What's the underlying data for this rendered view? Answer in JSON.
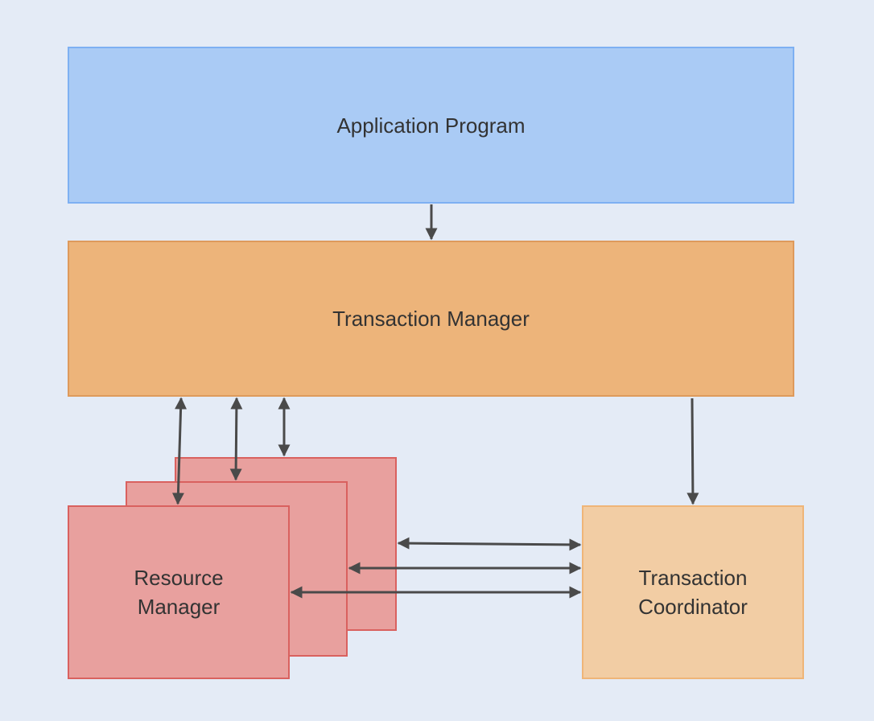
{
  "colors": {
    "background": "#E4EBF6",
    "application_program_fill": "#AACBF5",
    "transaction_manager_fill": "#EDB47A",
    "resource_manager_fill": "#E8A09E",
    "transaction_coordinator_fill": "#F2CDA4",
    "arrow": "#4A4A4A"
  },
  "nodes": {
    "application_program": {
      "label": "Application Program"
    },
    "transaction_manager": {
      "label": "Transaction Manager"
    },
    "resource_manager": {
      "label": "Resource\nManager"
    },
    "transaction_coordinator": {
      "label": "Transaction\nCoordinator"
    }
  },
  "edges": [
    {
      "from": "application_program",
      "to": "transaction_manager",
      "direction": "one-way"
    },
    {
      "from": "transaction_manager",
      "to": "resource_manager",
      "direction": "two-way"
    },
    {
      "from": "transaction_manager",
      "to": "resource_manager",
      "direction": "two-way"
    },
    {
      "from": "transaction_manager",
      "to": "resource_manager",
      "direction": "two-way"
    },
    {
      "from": "transaction_manager",
      "to": "transaction_coordinator",
      "direction": "one-way"
    },
    {
      "from": "resource_manager",
      "to": "transaction_coordinator",
      "direction": "two-way"
    },
    {
      "from": "resource_manager",
      "to": "transaction_coordinator",
      "direction": "two-way"
    },
    {
      "from": "resource_manager",
      "to": "transaction_coordinator",
      "direction": "two-way"
    }
  ]
}
